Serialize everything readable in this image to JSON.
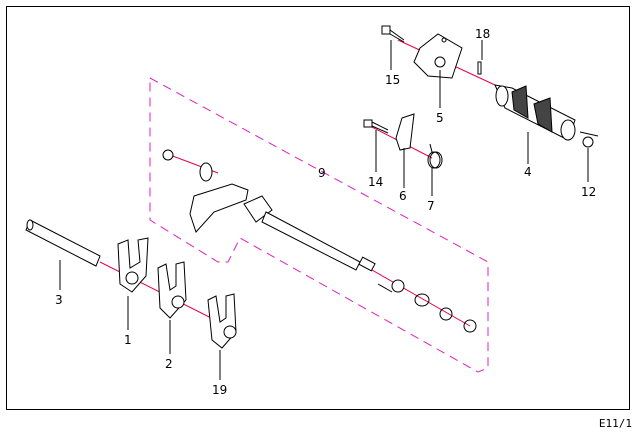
{
  "diagram": {
    "callouts": {
      "c1": "1",
      "c2": "2",
      "c3": "3",
      "c4": "4",
      "c5": "5",
      "c6": "6",
      "c7": "7",
      "c9": "9",
      "c12": "12",
      "c14": "14",
      "c15": "15",
      "c18": "18",
      "c19": "19"
    },
    "footer_code": "E11/1",
    "colors": {
      "line": "#000000",
      "axis": "#e8004a",
      "assembly_outline": "#e020c0"
    }
  }
}
